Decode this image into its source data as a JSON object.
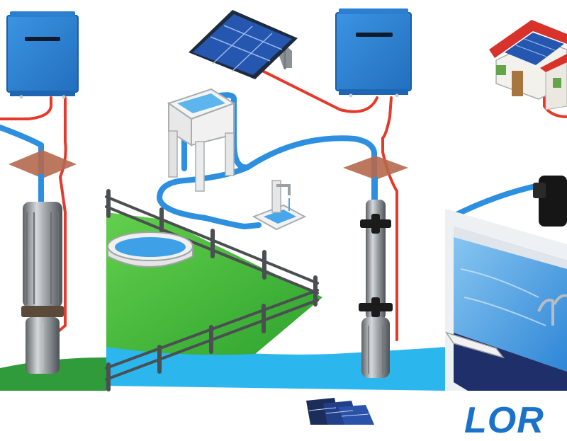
{
  "scene": {
    "background": "#ffffff",
    "colors": {
      "water_pipe": "#2d8fe0",
      "power_cable": "#e53a2a",
      "controller_blue": "#2f86d6",
      "solar_panel": "#1f4fa3",
      "grass_green": "#3fbf3a",
      "river_blue": "#2bb7ee",
      "platform_brown": "#b5684e",
      "pump_steel": "#8a8f94",
      "pool_water": "#3ea1e8",
      "house_roof": "#d8332b"
    },
    "icons": [
      "controller-box-left",
      "controller-box-right",
      "solar-panel-icon",
      "water-tank-tower-icon",
      "faucet-sink-icon",
      "circular-trough-icon",
      "submersible-pump-left-icon",
      "submersible-pump-center-icon",
      "house-with-solar-roof-icon",
      "pool-pump-icon",
      "swimming-pool-icon",
      "fence-icon",
      "brand-solar-logo-icon"
    ]
  },
  "brand": {
    "partial_text": "LOR"
  }
}
